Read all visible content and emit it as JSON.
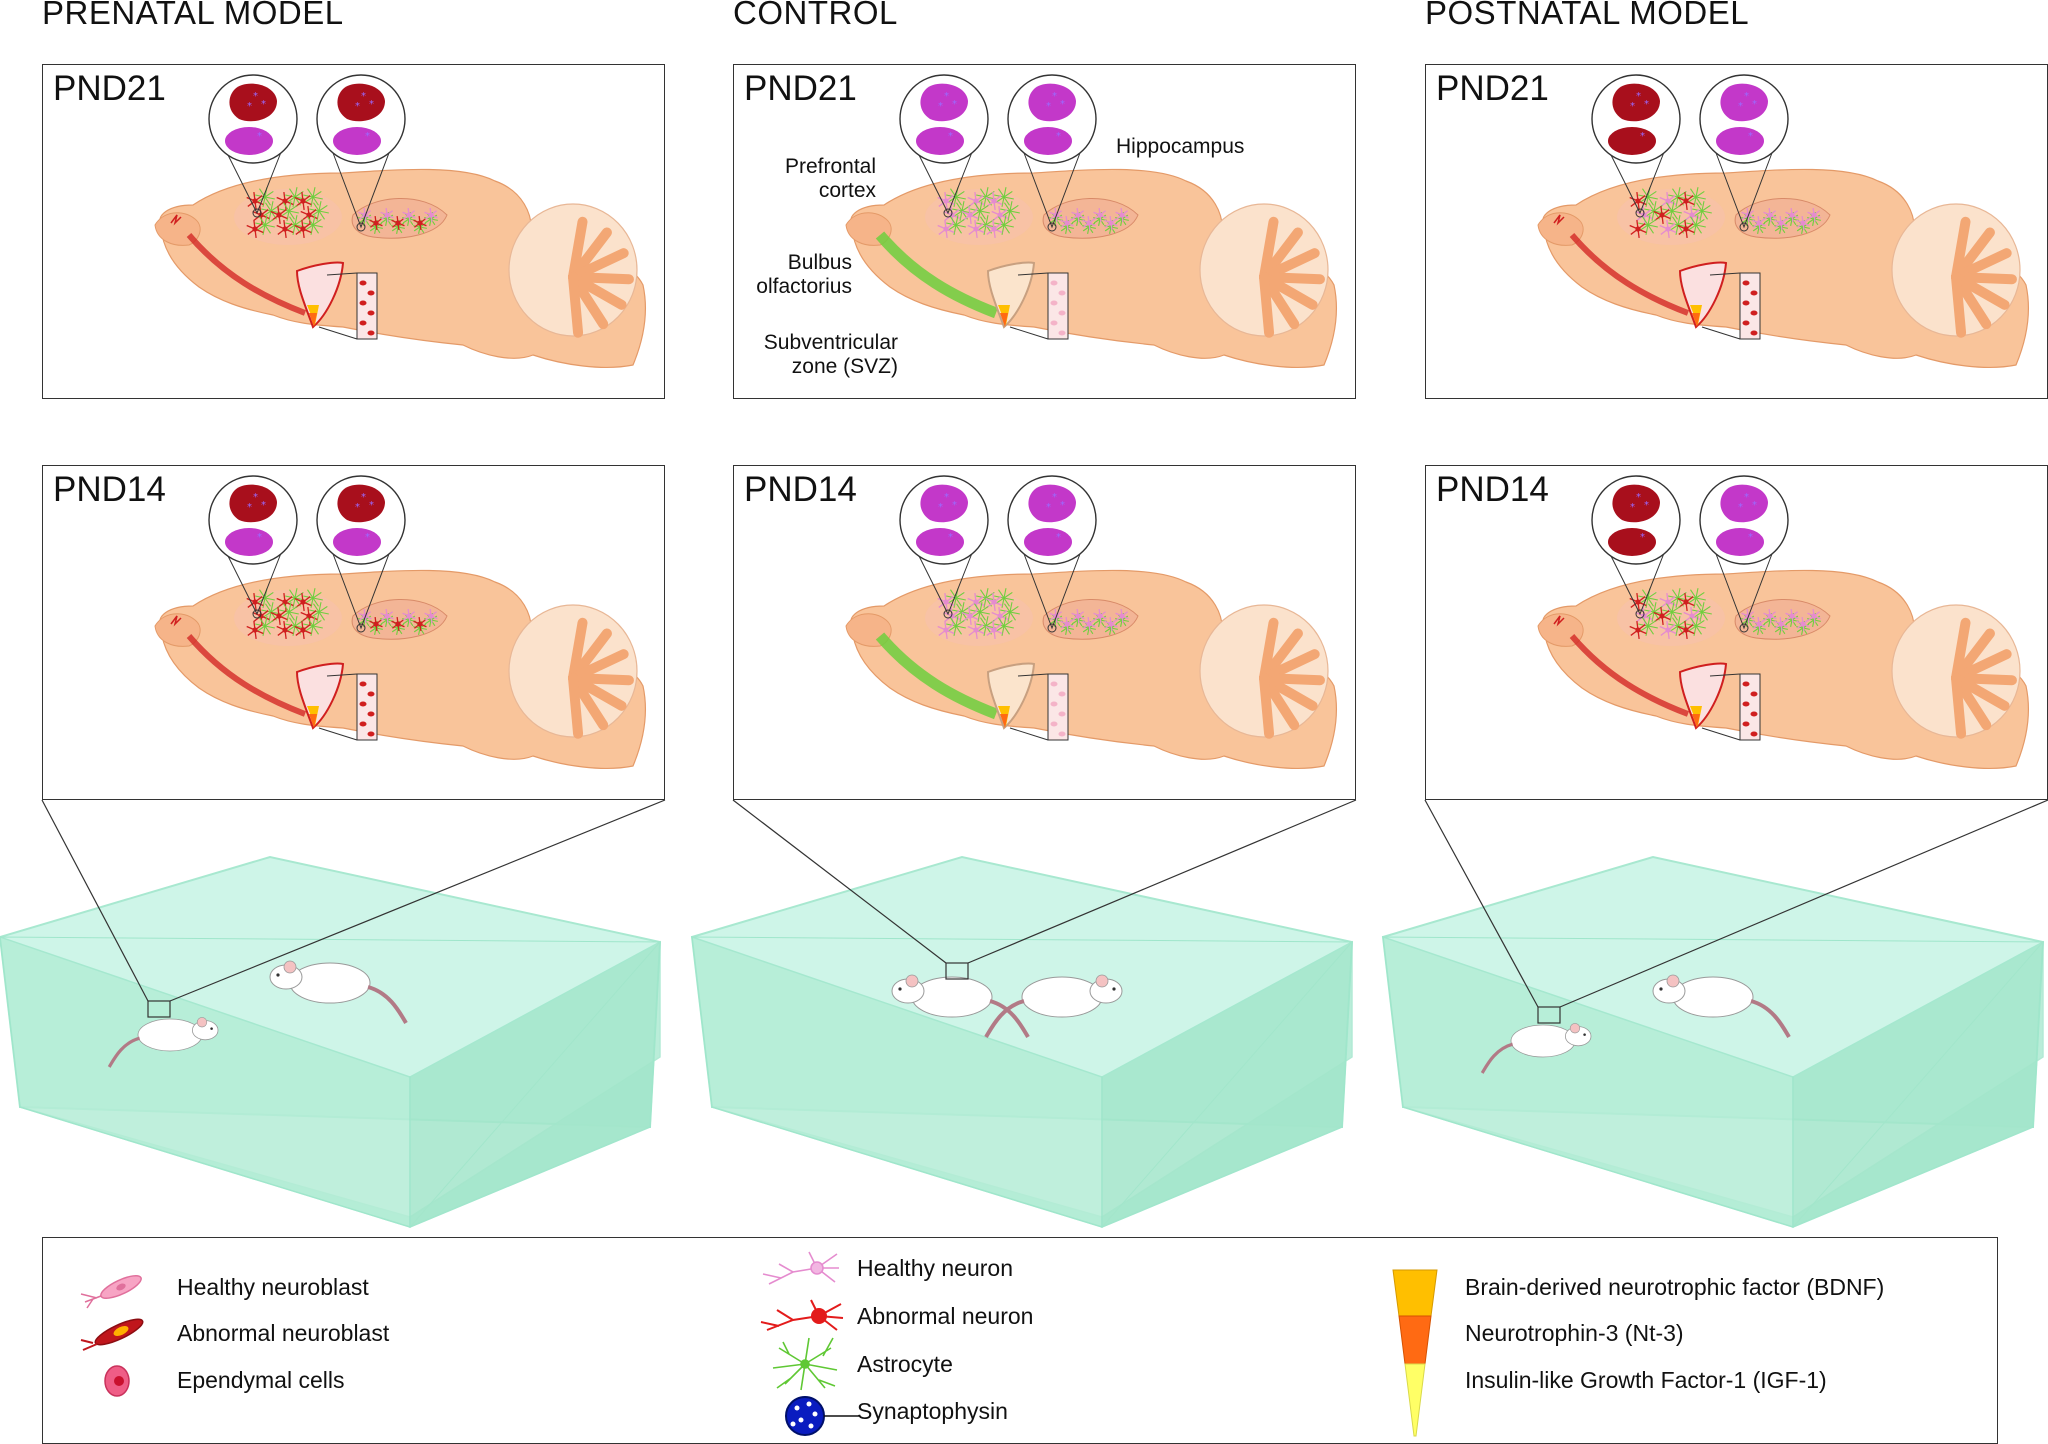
{
  "columns": [
    {
      "title": "PRENATAL MODEL",
      "panels": [
        "PND21",
        "PND14"
      ]
    },
    {
      "title": "CONTROL",
      "panels": [
        "PND21",
        "PND14"
      ]
    },
    {
      "title": "POSTNATAL MODEL",
      "panels": [
        "PND21",
        "PND14"
      ]
    }
  ],
  "annotations": {
    "prefrontal": "Prefrontal\ncortex",
    "bulbus": "Bulbus\nolfactorius",
    "svz": "Subventricular\nzone (SVZ)",
    "hippocampus": "Hippocampus"
  },
  "legend": {
    "healthy_neuroblast": "Healthy neuroblast",
    "abnormal_neuroblast": "Abnormal neuroblast",
    "ependymal": "Ependymal cells",
    "healthy_neuron": "Healthy neuron",
    "abnormal_neuron": "Abnormal neuron",
    "astrocyte": "Astrocyte",
    "synaptophysin": "Synaptophysin",
    "bdnf": "Brain-derived neurotrophic factor (BDNF)",
    "nt3": "Neurotrophin-3 (Nt-3)",
    "igf1": "Insulin-like Growth Factor-1 (IGF-1)"
  },
  "colors": {
    "brain": "#f9c49a",
    "brain_dark": "#f3a774",
    "abnormal_red": "#d01f1f",
    "healthy_pink": "#e58ccf",
    "astro_green": "#6fcf3e",
    "cage_fill": "#bff3e0",
    "cage_edge": "#9fe6cb",
    "soma_red": "#a80f1c",
    "soma_purple": "#c338c9",
    "bdnf": "#ffbf00",
    "nt3": "#ff6a13",
    "igf1": "#ffff66"
  }
}
